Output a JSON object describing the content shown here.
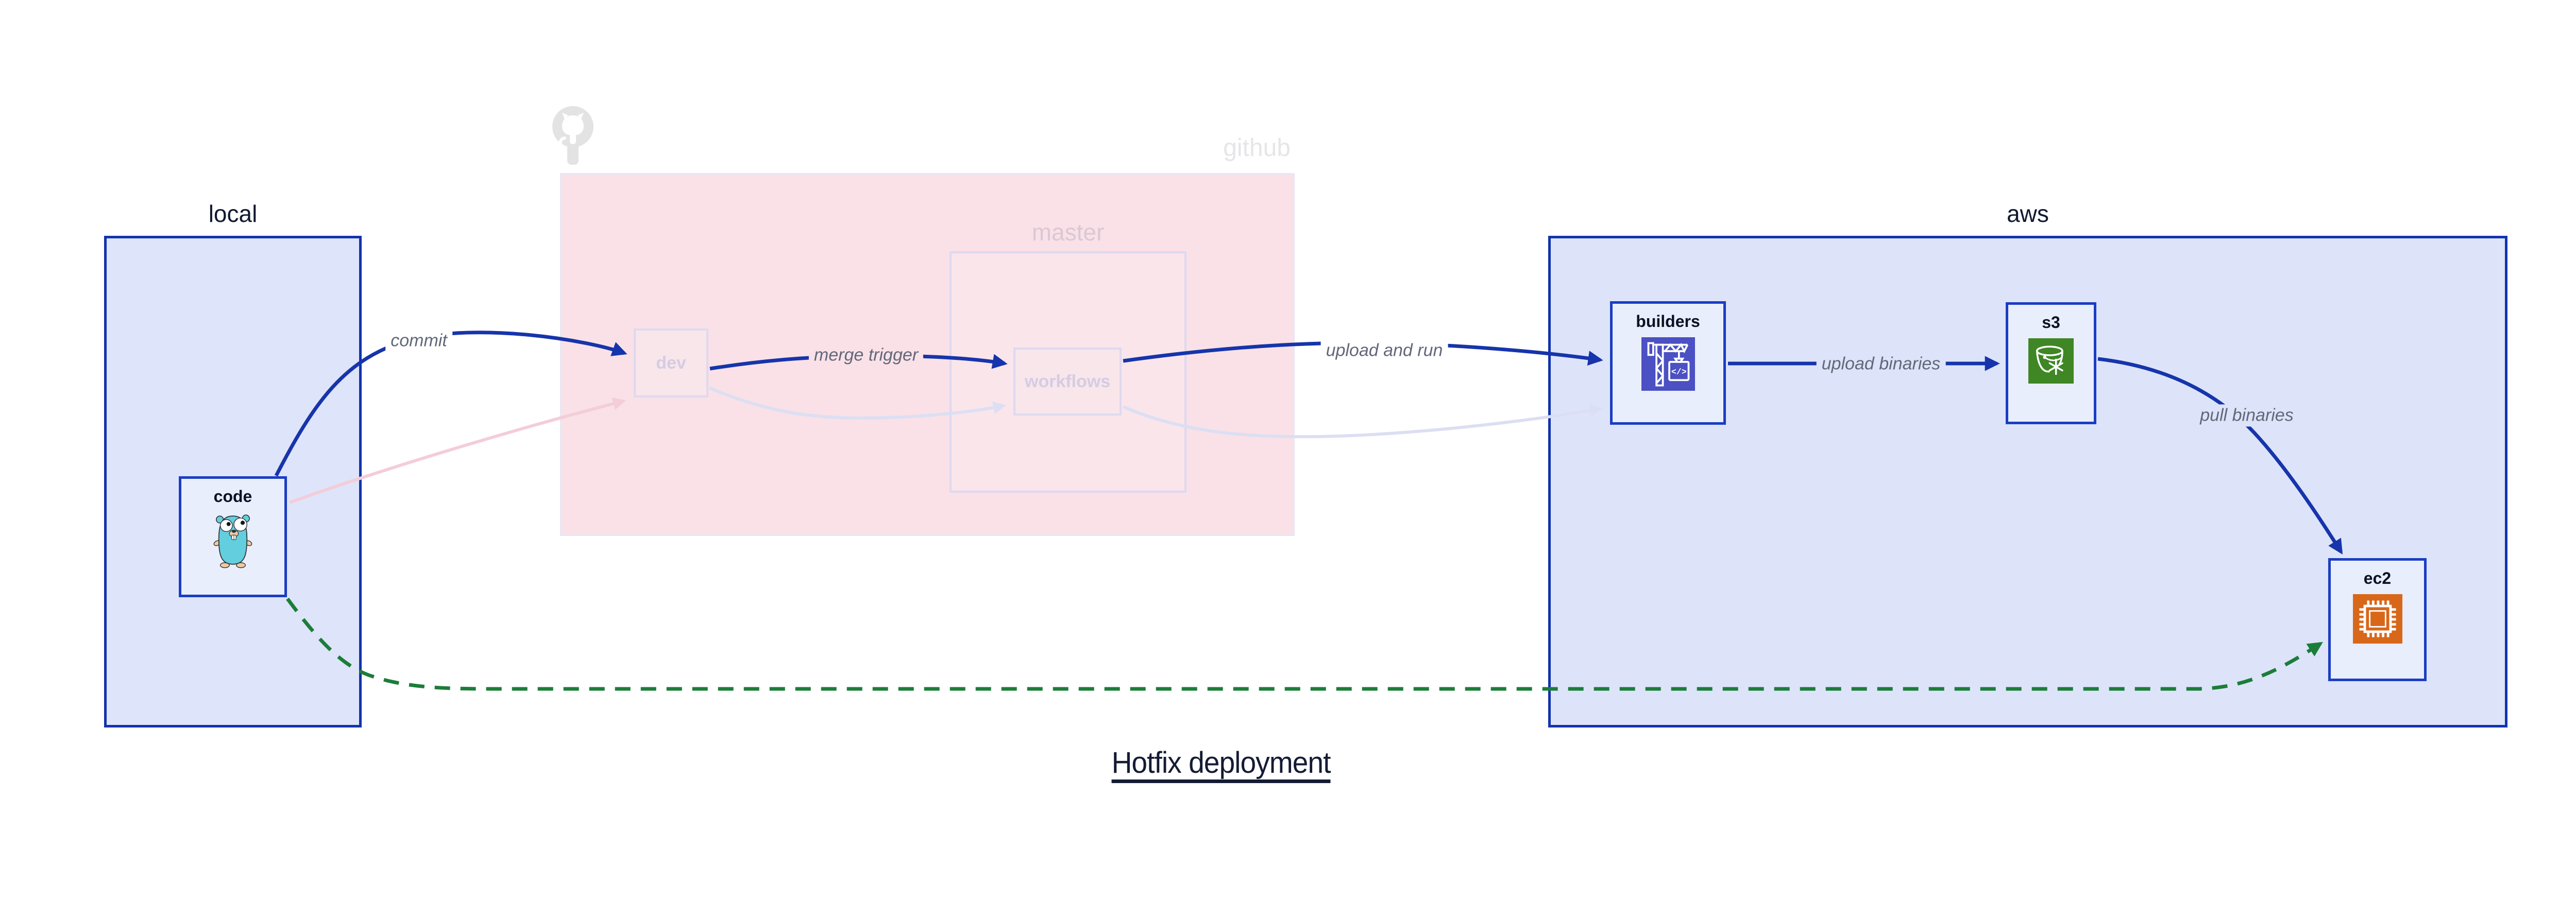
{
  "title": "Hotfix deployment",
  "groups": {
    "local": {
      "label": "local"
    },
    "github": {
      "label": "github"
    },
    "master": {
      "label": "master"
    },
    "aws": {
      "label": "aws"
    }
  },
  "nodes": {
    "code": {
      "label": "code",
      "icon": "go-gopher-icon"
    },
    "dev": {
      "label": "dev"
    },
    "workflows": {
      "label": "workflows"
    },
    "builders": {
      "label": "builders",
      "icon": "codebuild-crane-icon",
      "icon_glyph": "</>"
    },
    "s3": {
      "label": "s3",
      "icon": "s3-glacier-bucket-icon"
    },
    "ec2": {
      "label": "ec2",
      "icon": "ec2-chip-icon"
    }
  },
  "edges": {
    "commit": {
      "label": "commit",
      "from": "code",
      "to": "dev",
      "style": "solid-blue"
    },
    "merge_trigger": {
      "label": "merge trigger",
      "from": "dev",
      "to": "workflows",
      "style": "solid-blue"
    },
    "upload_and_run": {
      "label": "upload and run",
      "from": "workflows",
      "to": "builders",
      "style": "solid-blue"
    },
    "upload_binaries": {
      "label": "upload binaries",
      "from": "builders",
      "to": "s3",
      "style": "solid-blue"
    },
    "pull_binaries": {
      "label": "pull binaries",
      "from": "s3",
      "to": "ec2",
      "style": "solid-blue"
    },
    "hotfix_path": {
      "from": "code",
      "to": "ec2",
      "style": "dashed-green"
    },
    "faded_code_to_dev": {
      "from": "code",
      "to": "dev",
      "style": "faded-pink"
    },
    "faded_dev_to_workflows": {
      "from": "dev",
      "to": "workflows",
      "style": "faded-lavender"
    },
    "faded_workflows_to_builders": {
      "from": "workflows",
      "to": "builders",
      "style": "faded-lavender"
    }
  },
  "colors": {
    "group_border_blue": "#1233ad",
    "node_border_blue": "#1b3dc4",
    "arrow_blue": "#1634ab",
    "arrow_green_dashed": "#1b7d3a",
    "arrow_faded_pink": "#f3cdd9",
    "arrow_faded_lavender": "#dcdff3",
    "local_fill": "#dee4f9",
    "aws_fill": "#dde4f9",
    "github_fill": "#f9e1e7",
    "node_fill": "#e9eefc",
    "edge_label_text": "#62687a",
    "title_text": "#141b34",
    "codebuild_icon_bg": "#4b50c3",
    "s3_glacier_icon_bg": "#3f8624",
    "ec2_icon_bg": "#d9671a",
    "gopher_body": "#63cedd"
  }
}
